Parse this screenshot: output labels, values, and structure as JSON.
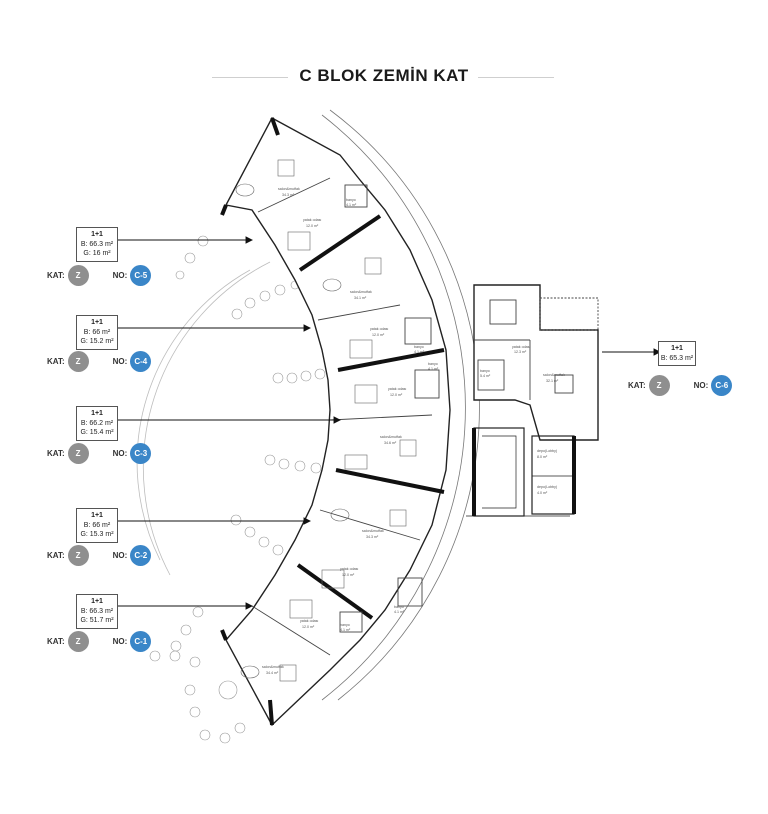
{
  "title": "C BLOK ZEMİN KAT",
  "labels": {
    "kat": "KAT:",
    "no": "NO:"
  },
  "units": [
    {
      "id": "C-5",
      "type": "1+1",
      "b": "B: 66.3 m²",
      "g": "G: 16 m²",
      "kat": "Z"
    },
    {
      "id": "C-4",
      "type": "1+1",
      "b": "B: 66 m²",
      "g": "G: 15.2 m²",
      "kat": "Z"
    },
    {
      "id": "C-3",
      "type": "1+1",
      "b": "B: 66.2 m²",
      "g": "G: 15.4 m²",
      "kat": "Z"
    },
    {
      "id": "C-2",
      "type": "1+1",
      "b": "B: 66 m²",
      "g": "G: 15.3 m²",
      "kat": "Z"
    },
    {
      "id": "C-1",
      "type": "1+1",
      "b": "B: 66.3 m²",
      "g": "G: 51.7 m²",
      "kat": "Z"
    },
    {
      "id": "C-6",
      "type": "1+1",
      "b": "B: 65.3 m²",
      "g": "",
      "kat": "Z"
    }
  ],
  "rooms": {
    "salon": "salon&mutfak",
    "yatak": "yatak odası",
    "banyo": "banyo",
    "salon_area_1": "34.3 m²",
    "salon_area_2": "34.1 m²",
    "salon_area_3": "34.6 m²",
    "salon_area_4": "34.3 m²",
    "salon_area_5": "34.4 m²",
    "yatak_area": "12.0 m²",
    "banyo_area": "4.1 m²",
    "c6_salon": "salon&mutfak",
    "c6_salon_area": "32.1 m²",
    "c6_yatak_area": "12.3 m²",
    "c6_banyo_area": "5.4 m²",
    "depo1": "depo(Lobby)",
    "depo1_area": "8.0 m²",
    "depo2": "depo(Lobby)",
    "depo2_area": "4.0 m²"
  },
  "colors": {
    "accent": "#3a86c8",
    "grey": "#8f8f8f",
    "wall": "#111111"
  }
}
